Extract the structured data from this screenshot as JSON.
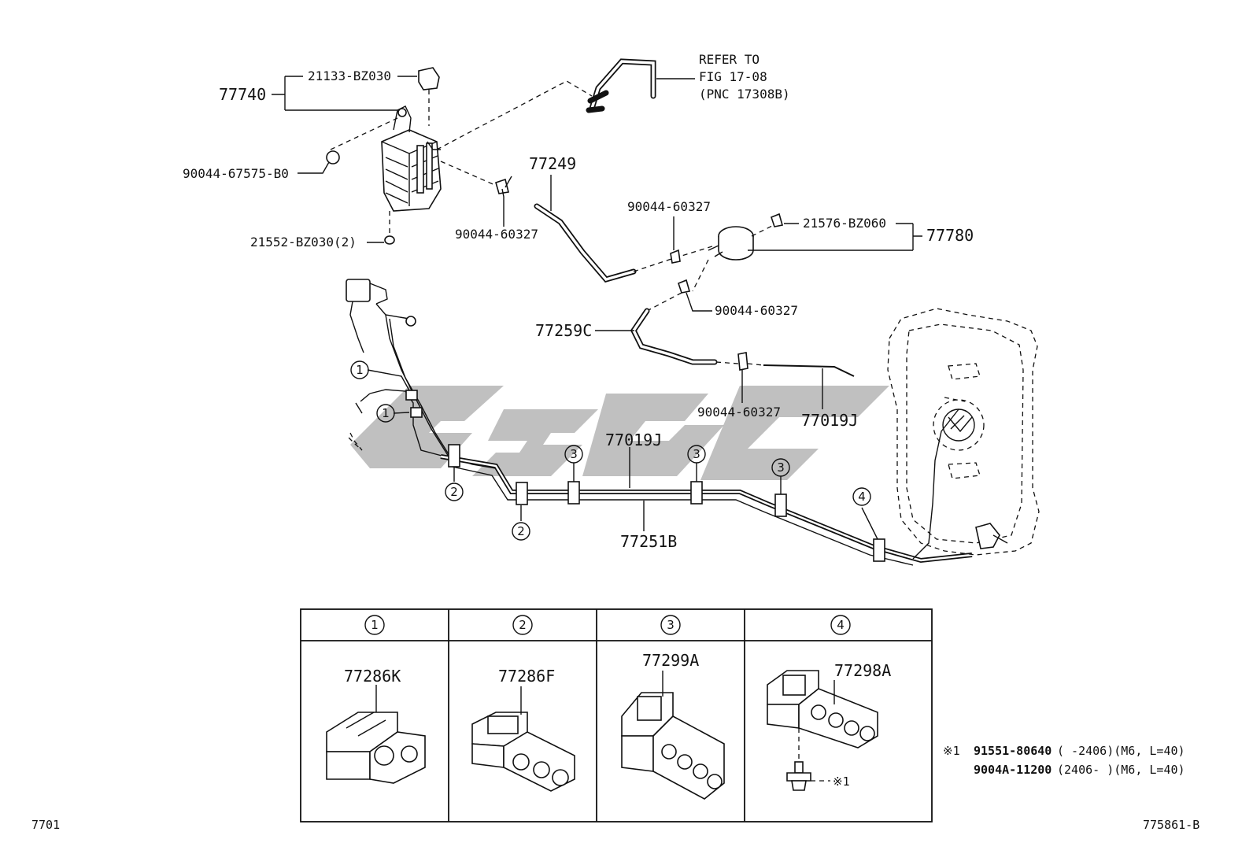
{
  "labels": {
    "p77740": "77740",
    "p21133": "21133-BZ030",
    "p90044_b0": "90044-67575-B0",
    "p21552": "21552-BZ030(2)",
    "refer_1": "REFER TO",
    "refer_2": "FIG 17-08",
    "refer_3": "(PNC 17308B)",
    "p77249": "77249",
    "p90044_a": "90044-60327",
    "p90044_b": "90044-60327",
    "p90044_c": "90044-60327",
    "p90044_d": "90044-60327",
    "p21576": "21576-BZ060",
    "p77780": "77780",
    "p77259c": "77259C",
    "p77019j_a": "77019J",
    "p77019j_b": "77019J",
    "p77251b": "77251B"
  },
  "callouts": {
    "c1": "1",
    "c2": "2",
    "c3": "3",
    "c4": "4"
  },
  "table": {
    "col1_part": "77286K",
    "col2_part": "77286F",
    "col3_part": "77299A",
    "col4_part": "77298A"
  },
  "notes": {
    "ref_mark": "※1",
    "line1_part": "91551-80640",
    "line1_spec": "(       -2406)(M6, L=40)",
    "line2_part": "9004A-11200",
    "line2_spec": "(2406-       )(M6, L=40)",
    "bolt_mark": "※1"
  },
  "footer": {
    "left": "7701",
    "right": "775861-B"
  },
  "colors": {
    "line": "#111111",
    "watermark": "#b5b5b5",
    "background": "#ffffff"
  }
}
